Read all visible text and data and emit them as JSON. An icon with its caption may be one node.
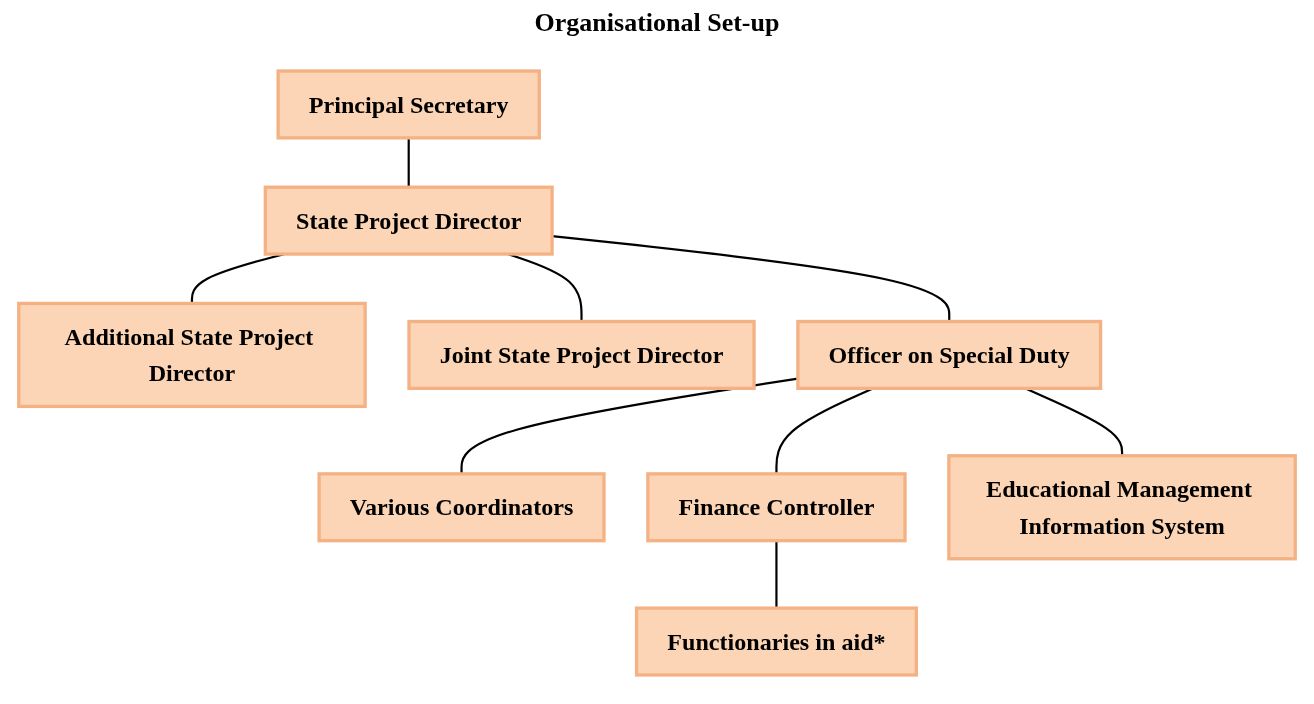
{
  "diagram": {
    "title": "Organisational Set-up",
    "nodes": [
      {
        "text": [
          "Principal Secretary"
        ]
      },
      {
        "text": [
          "State Project Director"
        ]
      },
      {
        "text": [
          "Additional State Project Director"
        ]
      },
      {
        "text": [
          "Joint State Project Director"
        ]
      },
      {
        "text": [
          "Officer on Special Duty"
        ]
      },
      {
        "text": [
          "Various Coordinators"
        ]
      },
      {
        "text": [
          "Finance Controller"
        ]
      },
      {
        "text": [
          "Educational Management Information System"
        ]
      },
      {
        "text": [
          "Functionaries in aid*"
        ]
      }
    ],
    "edges": [
      {
        "from": 0,
        "to": 1,
        "arrow": "none"
      },
      {
        "from": 1,
        "to": 2,
        "arrow": "none"
      },
      {
        "from": 1,
        "to": 3,
        "arrow": "none"
      },
      {
        "from": 1,
        "to": 4,
        "arrow": "none"
      },
      {
        "from": 4,
        "to": 5,
        "arrow": "none"
      },
      {
        "from": 4,
        "to": 6,
        "arrow": "none"
      },
      {
        "from": 4,
        "to": 7,
        "arrow": "none"
      },
      {
        "from": 6,
        "to": 8,
        "arrow": "none"
      }
    ]
  }
}
